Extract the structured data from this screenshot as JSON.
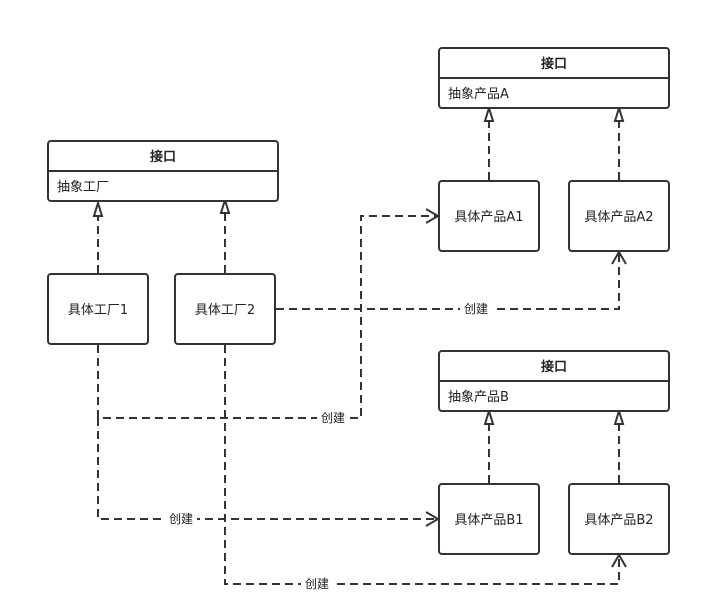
{
  "interfaces": {
    "abstract_factory": {
      "stereotype": "接口",
      "name": "抽象工厂"
    },
    "abstract_product_a": {
      "stereotype": "接口",
      "name": "抽象产品A"
    },
    "abstract_product_b": {
      "stereotype": "接口",
      "name": "抽象产品B"
    }
  },
  "classes": {
    "factory1": "具体工厂1",
    "factory2": "具体工厂2",
    "product_a1": "具体产品A1",
    "product_a2": "具体产品A2",
    "product_b1": "具体产品B1",
    "product_b2": "具体产品B2"
  },
  "relations": {
    "create_label": "创建"
  },
  "colors": {
    "stroke": "#333333",
    "fill": "#ffffff",
    "text": "#222222"
  }
}
